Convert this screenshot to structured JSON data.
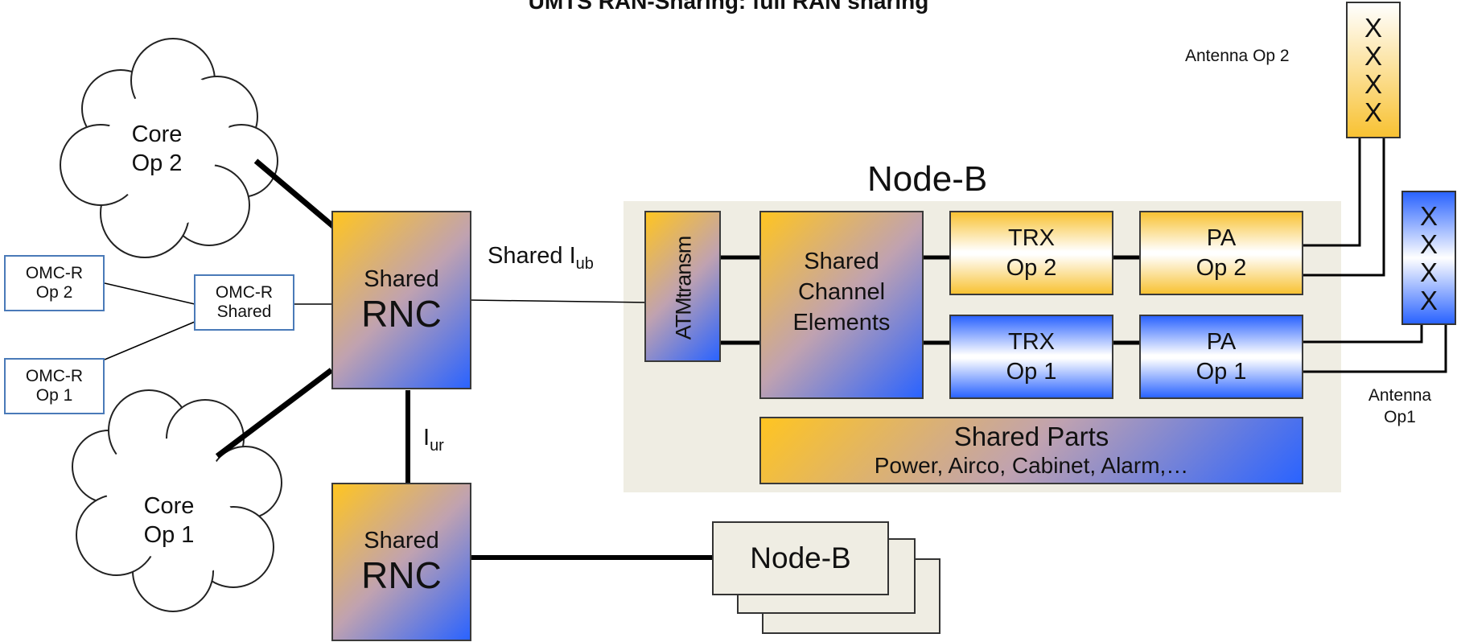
{
  "title": "UMTS RAN-Sharing: full RAN sharing",
  "clouds": {
    "core_op2": [
      "Core",
      "Op 2"
    ],
    "core_op1": [
      "Core",
      "Op 1"
    ]
  },
  "omc": {
    "op2": [
      "OMC-R",
      "Op 2"
    ],
    "op1": [
      "OMC-R",
      "Op 1"
    ],
    "shared": [
      "OMC-R",
      "Shared"
    ]
  },
  "rnc_top": {
    "line1": "Shared",
    "line2": "RNC"
  },
  "rnc_bottom": {
    "line1": "Shared",
    "line2": "RNC"
  },
  "links": {
    "iub_label": "Shared I",
    "iub_sub": "ub",
    "iur_label": "I",
    "iur_sub": "ur"
  },
  "node_b": {
    "title": "Node-B",
    "atm": "ATMtransm",
    "channel_elements": [
      "Shared",
      "Channel",
      "Elements"
    ],
    "trx_op2": [
      "TRX",
      "Op 2"
    ],
    "trx_op1": [
      "TRX",
      "Op 1"
    ],
    "pa_op2": [
      "PA",
      "Op 2"
    ],
    "pa_op1": [
      "PA",
      "Op 1"
    ],
    "shared_parts_title": "Shared Parts",
    "shared_parts_items": "Power, Airco, Cabinet, Alarm,…"
  },
  "antennas": {
    "op2_label": "Antenna Op 2",
    "op1_label": [
      "Antenna",
      "Op1"
    ],
    "op2_marks": [
      "X",
      "X",
      "X",
      "X"
    ],
    "op1_marks": [
      "X",
      "X",
      "X",
      "X"
    ]
  },
  "stack_node_b": {
    "label": "Node-B"
  },
  "colors": {
    "yellow": "#ffc521",
    "blue": "#2a63ff",
    "node_b_bg": "#efede3",
    "omc_border": "#4a7ab8"
  }
}
